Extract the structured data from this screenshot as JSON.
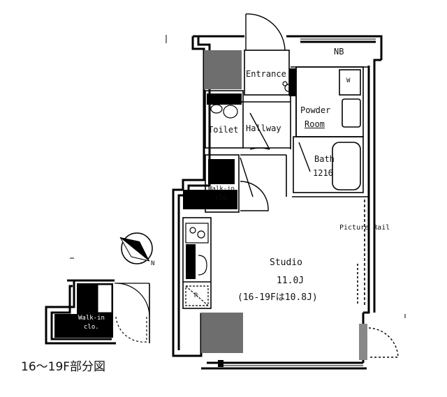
{
  "rooms": {
    "entrance": "Entrance",
    "toilet": "Toilet",
    "hallway": "Hallway",
    "powder_room_line1": "Powder",
    "powder_room_line2": "Room",
    "bath": "Bath",
    "bath_size": "1216",
    "walk_in_line1": "Walk-in",
    "walk_in_line2": "clo.",
    "studio": "Studio",
    "studio_size": "11.0J",
    "studio_note": "(16-19Fは10.8J)",
    "picture_rail": "Picture Rail"
  },
  "fixtures": {
    "nb": "NB",
    "washer_mark": "W",
    "fridge_mark": "R"
  },
  "inset": {
    "walk_in_line1": "Walk-in",
    "walk_in_line2": "clo.",
    "caption": "16～19F部分図"
  },
  "compass": {
    "north_mark": "N"
  }
}
